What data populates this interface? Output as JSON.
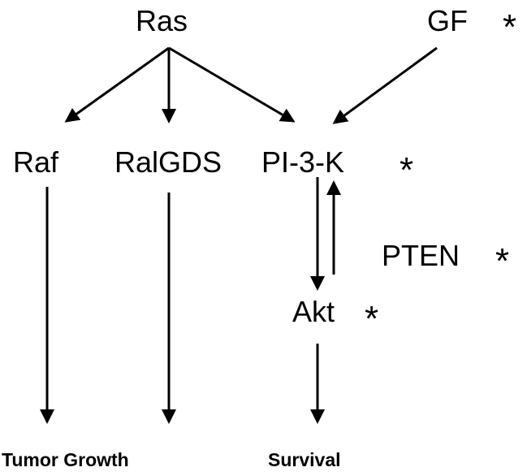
{
  "nodes": {
    "ras": "Ras",
    "gf": "GF",
    "raf": "Raf",
    "ralgds": "RalGDS",
    "pi3k": "PI-3-K",
    "pten": "PTEN",
    "akt": "Akt"
  },
  "markers": {
    "gf_star": "*",
    "pi3k_star": "*",
    "pten_star": "*",
    "akt_star": "*"
  },
  "outcomes": {
    "tumor_growth": "Tumor Growth",
    "survival": "Survival"
  },
  "edges": [
    {
      "from": "ras",
      "to": "raf"
    },
    {
      "from": "ras",
      "to": "ralgds"
    },
    {
      "from": "ras",
      "to": "pi3k"
    },
    {
      "from": "gf",
      "to": "pi3k"
    },
    {
      "from": "raf",
      "to": "tumor_growth"
    },
    {
      "from": "ralgds",
      "to": "tumor_growth"
    },
    {
      "from": "pi3k",
      "to": "akt"
    },
    {
      "from": "akt",
      "to": "pi3k",
      "via": "pten"
    },
    {
      "from": "akt",
      "to": "survival"
    }
  ]
}
